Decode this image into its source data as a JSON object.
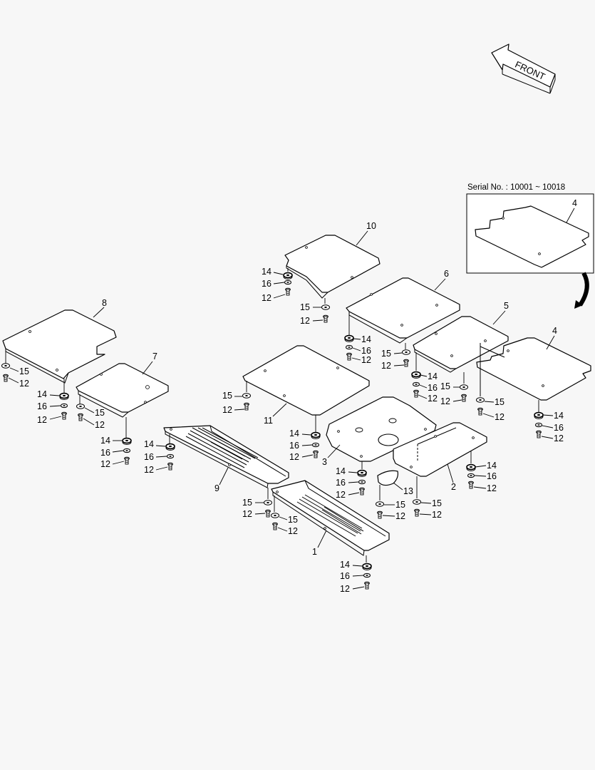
{
  "front_label": "FRONT",
  "serial_note": "Serial No. : 10001 ~ 10018",
  "parts": {
    "p1": "1",
    "p2": "2",
    "p3": "3",
    "p4": "4",
    "p5": "5",
    "p6": "6",
    "p7": "7",
    "p8": "8",
    "p9": "9",
    "p10": "10",
    "p11": "11",
    "p12": "12",
    "p13": "13",
    "p14": "14",
    "p15": "15",
    "p16": "16"
  }
}
